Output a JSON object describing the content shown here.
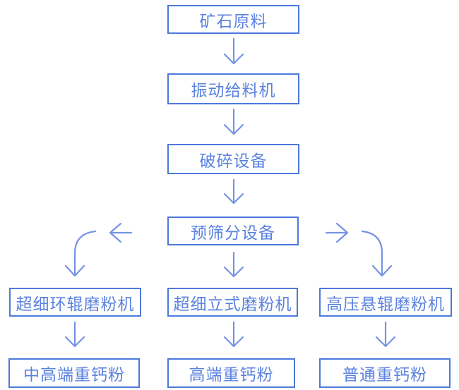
{
  "colors": {
    "box_border": "#4c79dd",
    "box_text": "#5b82e0",
    "arrow": "#7493e4",
    "background": "#ffffff"
  },
  "nodes": {
    "ore": {
      "label": "矿石原料"
    },
    "feeder": {
      "label": "振动给料机"
    },
    "crusher": {
      "label": "破碎设备"
    },
    "screener": {
      "label": "预筛分设备"
    },
    "mill_left": {
      "label": "超细环辊磨粉机"
    },
    "mill_center": {
      "label": "超细立式磨粉机"
    },
    "mill_right": {
      "label": "高压悬辊磨粉机"
    },
    "powder_left": {
      "label": "中高端重钙粉"
    },
    "powder_center": {
      "label": "高端重钙粉"
    },
    "powder_right": {
      "label": "普通重钙粉"
    }
  },
  "connections": [
    {
      "from": "矿石原料",
      "to": "振动给料机"
    },
    {
      "from": "振动给料机",
      "to": "破碎设备"
    },
    {
      "from": "破碎设备",
      "to": "预筛分设备"
    },
    {
      "from": "预筛分设备",
      "to": "超细环辊磨粉机"
    },
    {
      "from": "预筛分设备",
      "to": "超细立式磨粉机"
    },
    {
      "from": "预筛分设备",
      "to": "高压悬辊磨粉机"
    },
    {
      "from": "超细环辊磨粉机",
      "to": "中高端重钙粉"
    },
    {
      "from": "超细立式磨粉机",
      "to": "高端重钙粉"
    },
    {
      "from": "高压悬辊磨粉机",
      "to": "普通重钙粉"
    }
  ]
}
